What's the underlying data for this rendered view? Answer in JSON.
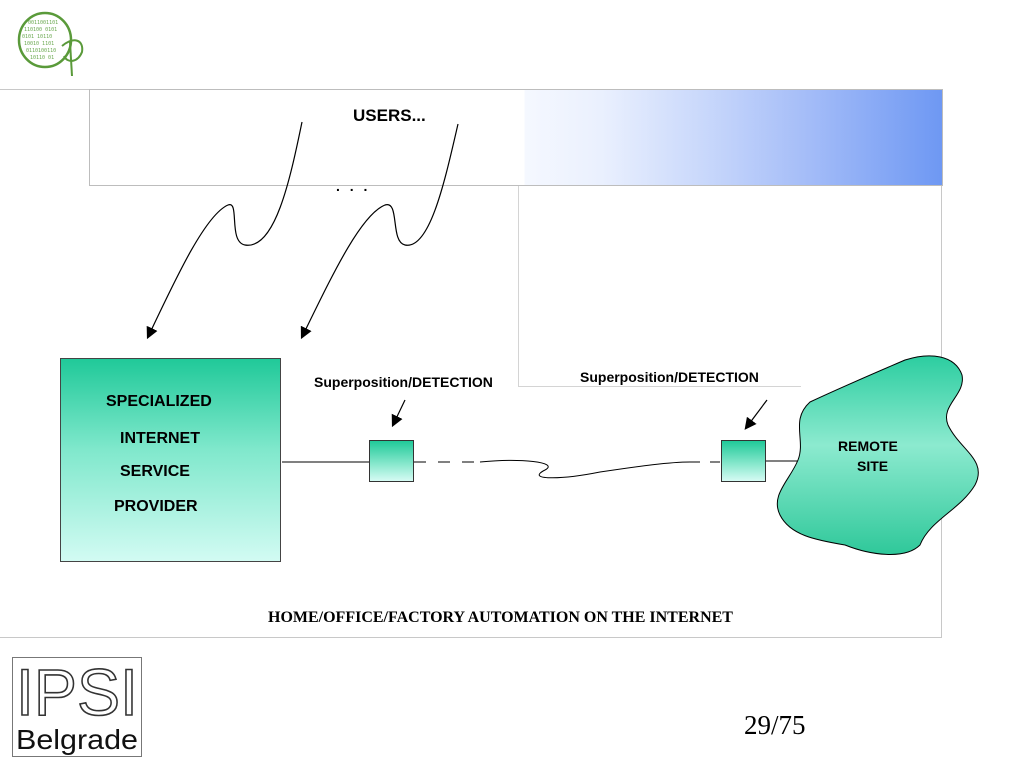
{
  "diagram": {
    "users_label": "USERS...",
    "dots": ". . .",
    "isp_lines": [
      "SPECIALIZED",
      "INTERNET",
      "SERVICE",
      "PROVIDER"
    ],
    "detection_label_1": "Superposition/DETECTION",
    "detection_label_2": "Superposition/DETECTION",
    "remote_site_lines": [
      "REMOTE",
      "SITE"
    ],
    "caption": "HOME/OFFICE/FACTORY AUTOMATION ON THE INTERNET"
  },
  "footer": {
    "page_number": "29/75",
    "logo_top": "IPSI",
    "logo_bottom": "Belgrade"
  },
  "colors": {
    "teal": "#20c999",
    "light_teal": "#d2fbf3",
    "blue_gradient_end": "#6e98f3"
  },
  "icons": {
    "top_logo": "leaf-binary-logo-icon",
    "remote_site": "cloud-shape-icon"
  }
}
